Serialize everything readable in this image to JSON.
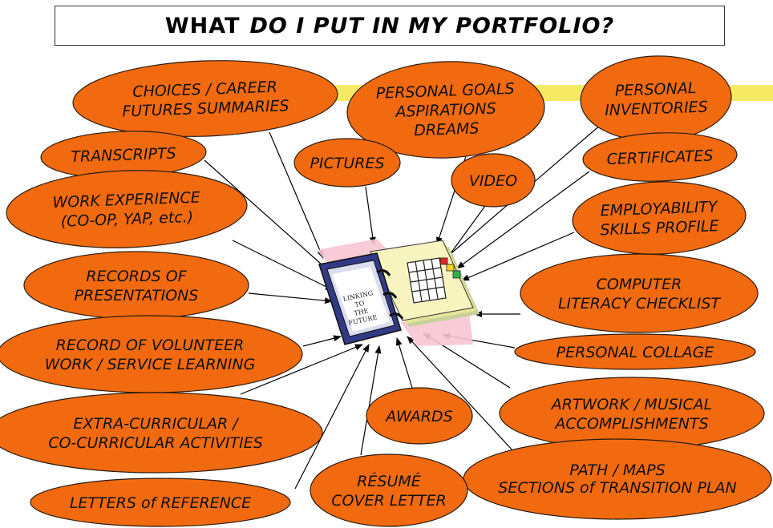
{
  "title": {
    "part1": "WHAT",
    "part2": "DO I PUT IN MY PORTFOLIO?"
  },
  "colors": {
    "node_fill": "#f26a0f",
    "node_stroke": "#2a1b10",
    "arrow": "#000000",
    "highlight_bar": "#f5e64a"
  },
  "center": {
    "label_lines": [
      "LINKING",
      "TO",
      "THE",
      "FUTURE"
    ],
    "icon": "binder-portfolio-icon"
  },
  "nodes": [
    {
      "id": "choices-career-futures-summaries",
      "lines": [
        "CHOICES / CAREER",
        "FUTURES SUMMARIES"
      ]
    },
    {
      "id": "personal-goals-aspirations-dreams",
      "lines": [
        "PERSONAL GOALS",
        "ASPIRATIONS",
        "DREAMS"
      ]
    },
    {
      "id": "personal-inventories",
      "lines": [
        "PERSONAL",
        "INVENTORIES"
      ]
    },
    {
      "id": "transcripts",
      "lines": [
        "TRANSCRIPTS"
      ]
    },
    {
      "id": "pictures",
      "lines": [
        "PICTURES"
      ]
    },
    {
      "id": "video",
      "lines": [
        "VIDEO"
      ]
    },
    {
      "id": "certificates",
      "lines": [
        "CERTIFICATES"
      ]
    },
    {
      "id": "work-experience",
      "lines": [
        "WORK EXPERIENCE",
        "(CO-OP, YAP, etc.)"
      ]
    },
    {
      "id": "employability-skills-profile",
      "lines": [
        "EMPLOYABILITY",
        "SKILLS PROFILE"
      ]
    },
    {
      "id": "records-of-presentations",
      "lines": [
        "RECORDS OF",
        "PRESENTATIONS"
      ]
    },
    {
      "id": "computer-literacy-checklist",
      "lines": [
        "COMPUTER",
        "LITERACY CHECKLIST"
      ]
    },
    {
      "id": "record-of-volunteer-work",
      "lines": [
        "RECORD OF VOLUNTEER",
        "WORK / SERVICE LEARNING"
      ]
    },
    {
      "id": "personal-collage",
      "lines": [
        "PERSONAL COLLAGE"
      ]
    },
    {
      "id": "artwork-musical-accomplishments",
      "lines": [
        "ARTWORK / MUSICAL",
        "ACCOMPLISHMENTS"
      ]
    },
    {
      "id": "extra-curricular-activities",
      "lines": [
        "EXTRA-CURRICULAR /",
        "CO-CURRICULAR ACTIVITIES"
      ]
    },
    {
      "id": "awards",
      "lines": [
        "AWARDS"
      ]
    },
    {
      "id": "path-maps-transition-plan",
      "lines": [
        "PATH / MAPS",
        "SECTIONS of TRANSITION PLAN"
      ]
    },
    {
      "id": "letters-of-reference",
      "lines": [
        "LETTERS of REFERENCE"
      ]
    },
    {
      "id": "resume-cover-letter",
      "lines": [
        "RÉSUMÉ",
        "COVER LETTER"
      ]
    }
  ]
}
